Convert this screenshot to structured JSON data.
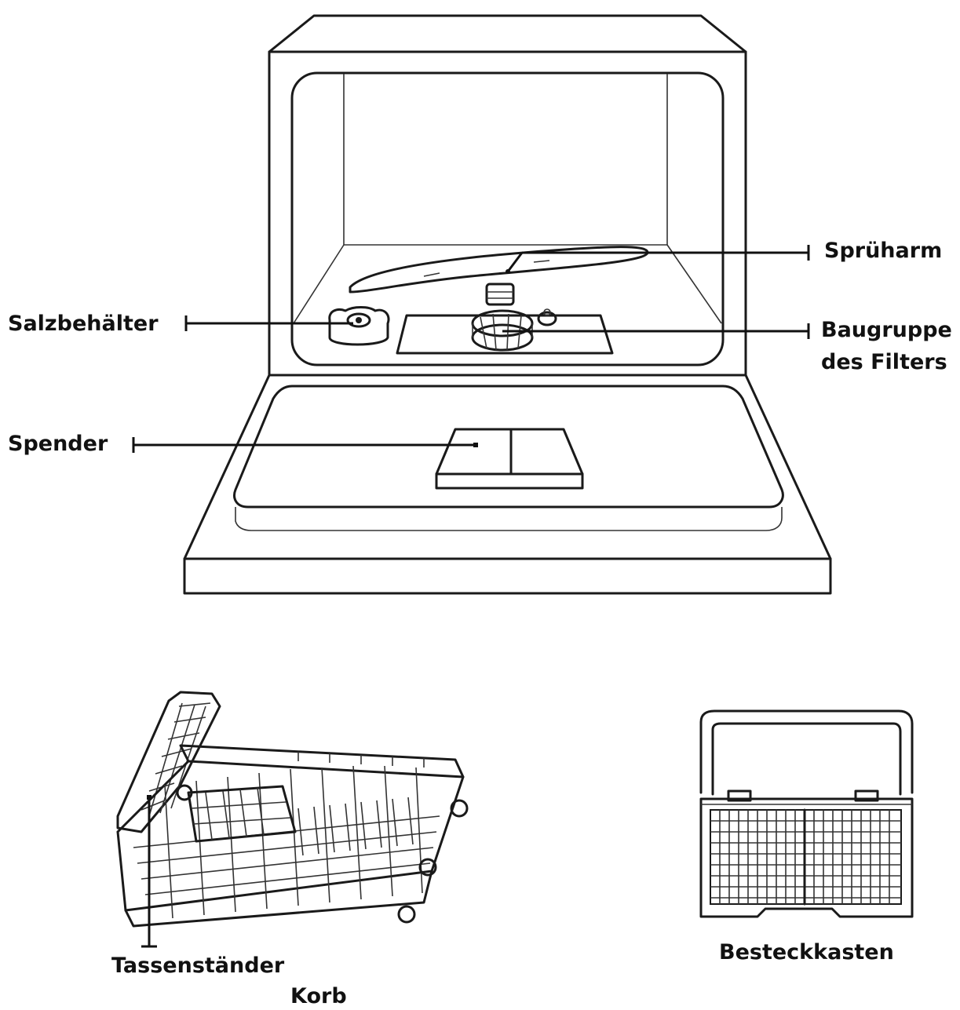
{
  "labels": {
    "spray_arm": "Sprüharm",
    "salt_container": "Salzbehälter",
    "filter_assembly_line1": "Baugruppe",
    "filter_assembly_line2": "des Filters",
    "dispenser": "Spender",
    "cup_rack": "Tassenständer",
    "basket": "Korb",
    "cutlery_basket": "Besteckkasten"
  },
  "colors": {
    "line": "#1a1a1a",
    "text": "#111111",
    "background": "#ffffff"
  }
}
